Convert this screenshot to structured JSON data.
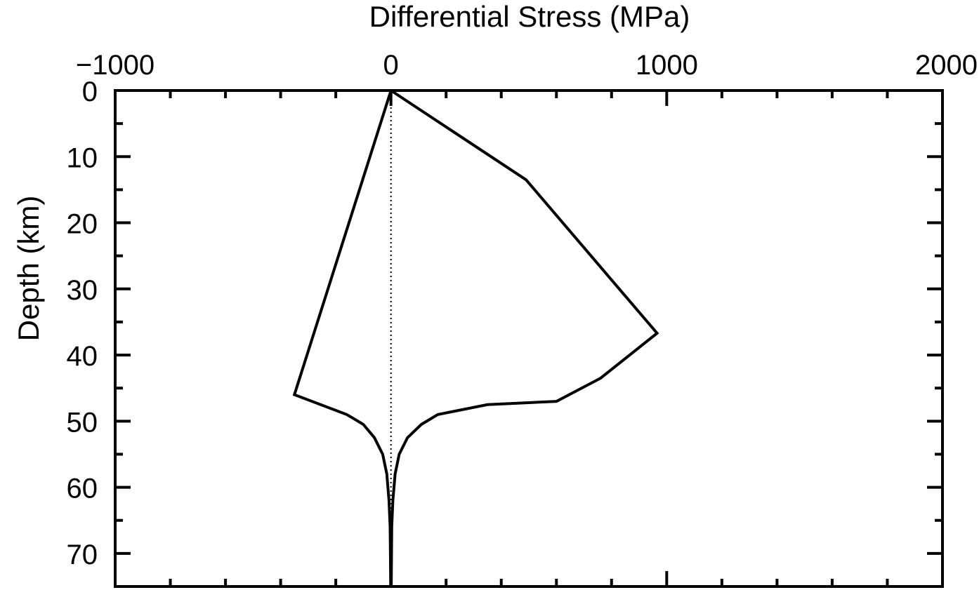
{
  "chart_data": {
    "type": "line",
    "title": "",
    "xlabel": "Differential Stress (MPa)",
    "ylabel": "Depth (km)",
    "x_axis_position": "top",
    "y_axis_inverted": true,
    "xlim": [
      -1000,
      2000
    ],
    "ylim": [
      0,
      75
    ],
    "x_ticks": [
      -1000,
      0,
      1000,
      2000
    ],
    "x_tick_labels": [
      "−1000",
      "0",
      "1000",
      "2000"
    ],
    "x_minor_step": 200,
    "y_ticks": [
      0,
      10,
      20,
      30,
      40,
      50,
      60,
      70
    ],
    "y_tick_labels": [
      "0",
      "10",
      "20",
      "30",
      "40",
      "50",
      "60",
      "70"
    ],
    "y_minor_step": 5,
    "grid": false,
    "legend": "none",
    "series": [
      {
        "role": "compression-envelope",
        "style": "solid",
        "color": "#000000",
        "points": [
          [
            0,
            0
          ],
          [
            490,
            13.5
          ],
          [
            965,
            36.7
          ],
          [
            760,
            43.5
          ],
          [
            600,
            47.0
          ],
          [
            350,
            47.5
          ],
          [
            170,
            49.0
          ],
          [
            110,
            50.5
          ],
          [
            60,
            52.5
          ],
          [
            30,
            55.0
          ],
          [
            15,
            58.0
          ],
          [
            7,
            62.0
          ],
          [
            3,
            66.0
          ],
          [
            2,
            70.0
          ],
          [
            1,
            75.0
          ]
        ]
      },
      {
        "role": "extension-envelope",
        "style": "solid",
        "color": "#000000",
        "points": [
          [
            0,
            0
          ],
          [
            -350,
            46.0
          ],
          [
            -160,
            49.0
          ],
          [
            -100,
            50.5
          ],
          [
            -60,
            52.5
          ],
          [
            -30,
            55.0
          ],
          [
            -15,
            58.0
          ],
          [
            -7,
            62.0
          ],
          [
            -3,
            66.0
          ],
          [
            -2,
            70.0
          ],
          [
            -1,
            75.0
          ]
        ]
      },
      {
        "role": "zero-reference",
        "style": "dotted",
        "color": "#000000",
        "points": [
          [
            0,
            0
          ],
          [
            0,
            75
          ]
        ]
      }
    ]
  }
}
